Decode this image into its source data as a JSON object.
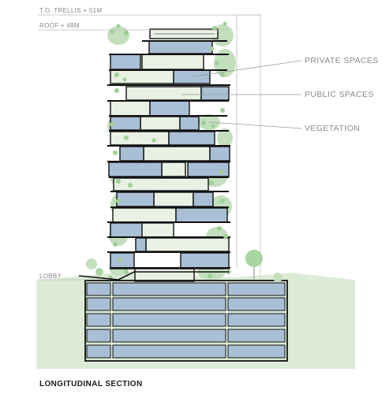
{
  "levels": {
    "trellis": "T.O. TRELLIS + 51M",
    "roof": "ROOF + 48M",
    "lobby": "LOBBY"
  },
  "callouts": {
    "private": "PRIVATE SPACES",
    "public": "PUBLIC SPACES",
    "vegetation": "VEGETATION"
  },
  "caption": "LONGITUDINAL SECTION",
  "colors": {
    "private": "#a9bfd5",
    "public": "#e8f1e3",
    "vegetation": "#c3dfbd",
    "ground": "#dcebd6",
    "line": "#111111"
  }
}
